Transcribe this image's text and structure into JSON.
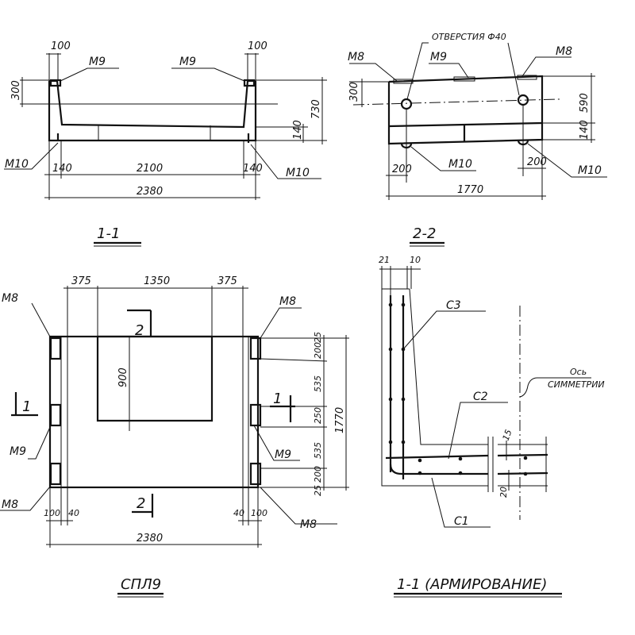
{
  "colors": {
    "ink": "#111111",
    "paper": "#ffffff"
  },
  "section_1_1": {
    "title": "1-1",
    "dims": {
      "left_top": "100",
      "right_top": "100",
      "height_300": "300",
      "height_730": "730",
      "height_140": "140",
      "left_140": "140",
      "mid_2100": "2100",
      "right_140": "140",
      "overall_2380": "2380"
    },
    "labels": {
      "m9_left": "M9",
      "m9_right": "M9",
      "m10_left": "M10",
      "m10_right": "M10"
    }
  },
  "section_2_2": {
    "title": "2-2",
    "holes_note": "ОТВЕРСТИЯ Ф40",
    "dims": {
      "height_300": "300",
      "height_590": "590",
      "height_140": "140",
      "left_200": "200",
      "right_200": "200",
      "overall_1770": "1770"
    },
    "labels": {
      "m8_left": "M8",
      "m9": "M9",
      "m8_right": "M8",
      "m10_left": "M10",
      "m10_right": "M10"
    }
  },
  "plan_view": {
    "title": "СПЛ9",
    "dims": {
      "top_375_left": "375",
      "top_1350": "1350",
      "top_375_right": "375",
      "depth_900": "900",
      "side_25_top": "25",
      "side_200_top": "200",
      "side_535_top": "535",
      "side_250": "250",
      "side_535_bottom": "535",
      "side_200_bottom": "200",
      "side_25_bottom": "25",
      "overall_1770": "1770",
      "bottom_100_left": "100",
      "bottom_40_left": "40",
      "bottom_40_right": "40",
      "bottom_100_right": "100",
      "overall_2380": "2380"
    },
    "labels": {
      "m8_top_left": "M8",
      "m9_left": "M9",
      "m8_bottom_left": "M8",
      "m8_top_right": "M8",
      "m9_right": "M9",
      "m8_bottom_right": "M8"
    },
    "section_marks": {
      "mark_1_left": "1",
      "mark_1_right": "1",
      "mark_2_top": "2",
      "mark_2_bottom": "2"
    }
  },
  "reinforcement": {
    "title": "1-1 (АРМИРОВАНИЕ)",
    "dims": {
      "top_21": "21",
      "top_10": "10",
      "cover_15": "15",
      "cover_20": "20"
    },
    "labels": {
      "c3": "С3",
      "c2": "С2",
      "c1": "С1",
      "axis_line1": "Ось",
      "axis_line2": "СИММЕТРИИ"
    }
  }
}
